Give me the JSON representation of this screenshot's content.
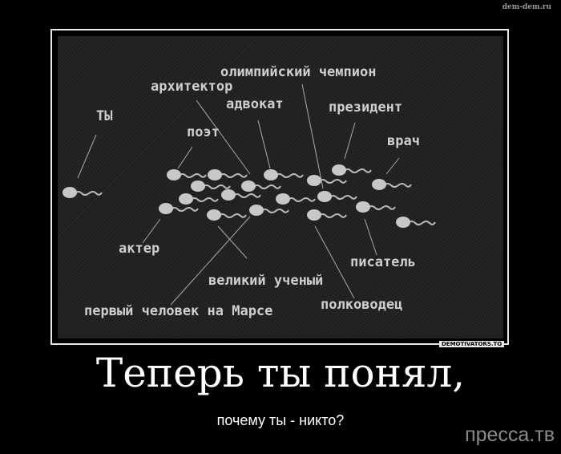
{
  "site_tag": "dem-dem.ru",
  "image_labels": {
    "you": "ТЫ",
    "poet": "поэт",
    "architect": "архитектор",
    "lawyer": "адвокат",
    "olympic": "олимпийский чемпион",
    "president": "президент",
    "doctor": "врач",
    "actor": "актер",
    "scientist": "великий ученый",
    "mars": "первый человек на Марсе",
    "commander": "полководец",
    "writer": "писатель"
  },
  "frame_tag": "DEMOTIVATORS.TO",
  "title": "Теперь ты понял,",
  "subtitle": "почему ты - никто?",
  "watermark": "пресса.тв"
}
